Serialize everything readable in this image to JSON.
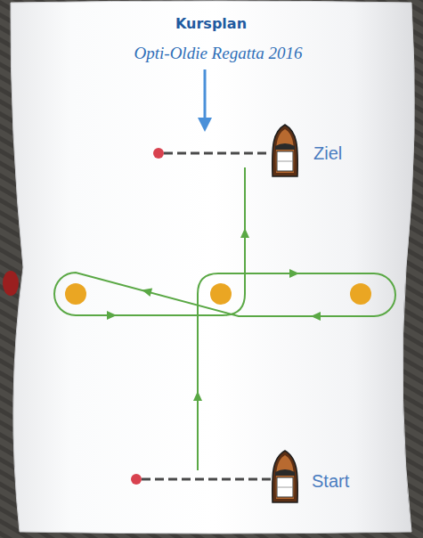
{
  "diagram": {
    "title": "Kursplan",
    "labels": [
      "Opti-Oldie Regatta 2016",
      "Ziel",
      "Start"
    ]
  }
}
